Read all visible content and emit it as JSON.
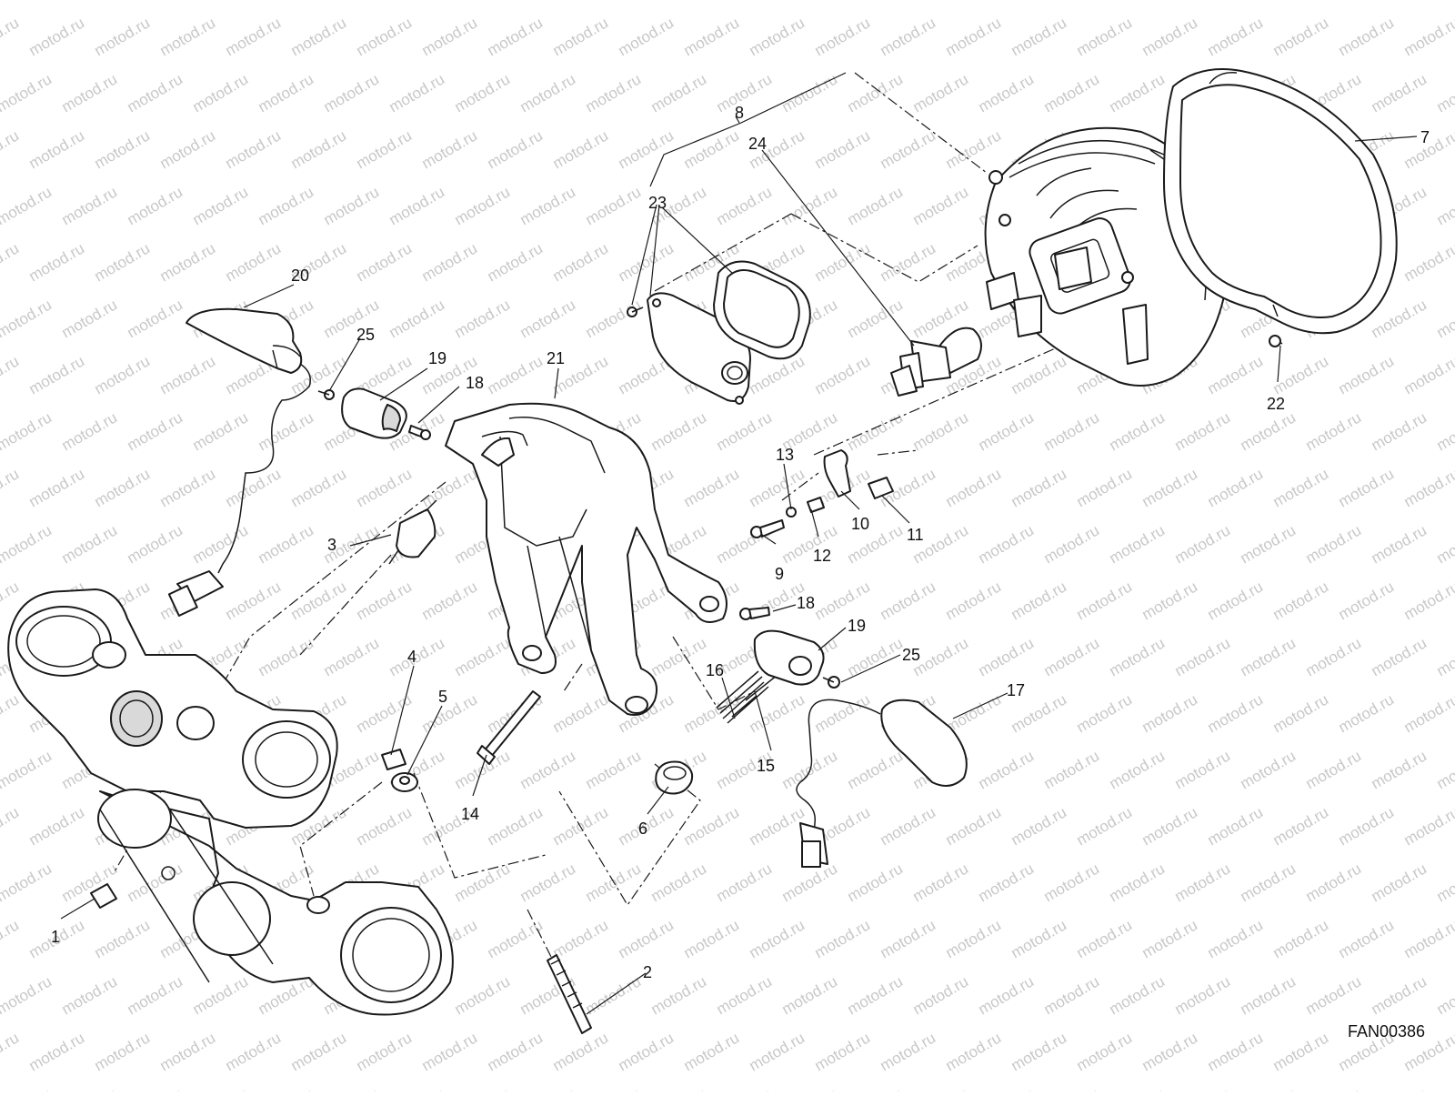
{
  "diagram": {
    "code": "FAN00386",
    "watermark": "motod.ru",
    "callouts": [
      {
        "label": "1"
      },
      {
        "label": "2"
      },
      {
        "label": "3"
      },
      {
        "label": "4"
      },
      {
        "label": "5"
      },
      {
        "label": "6"
      },
      {
        "label": "7"
      },
      {
        "label": "8"
      },
      {
        "label": "9"
      },
      {
        "label": "10"
      },
      {
        "label": "11"
      },
      {
        "label": "12"
      },
      {
        "label": "13"
      },
      {
        "label": "14"
      },
      {
        "label": "15"
      },
      {
        "label": "16"
      },
      {
        "label": "17"
      },
      {
        "label": "18"
      },
      {
        "label": "18"
      },
      {
        "label": "19"
      },
      {
        "label": "19"
      },
      {
        "label": "20"
      },
      {
        "label": "21"
      },
      {
        "label": "22"
      },
      {
        "label": "23"
      },
      {
        "label": "24"
      },
      {
        "label": "25"
      },
      {
        "label": "25"
      }
    ]
  }
}
